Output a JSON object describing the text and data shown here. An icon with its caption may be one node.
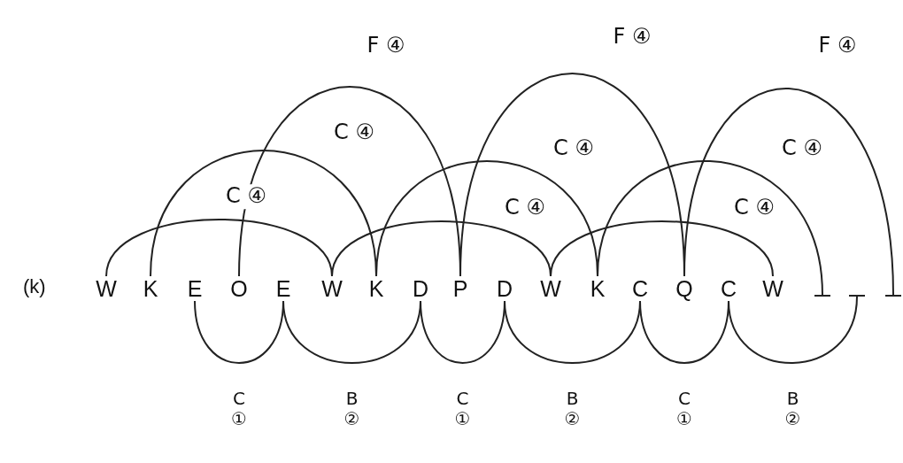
{
  "diagram": {
    "nodes": [
      {
        "text": [
          "W"
        ]
      },
      {
        "text": [
          "K"
        ]
      },
      {
        "text": [
          "E"
        ]
      },
      {
        "text": [
          "O"
        ]
      },
      {
        "text": [
          "E"
        ]
      },
      {
        "text": [
          "W"
        ]
      },
      {
        "text": [
          "K"
        ]
      },
      {
        "text": [
          "D"
        ]
      },
      {
        "text": [
          "P"
        ]
      },
      {
        "text": [
          "D"
        ]
      },
      {
        "text": [
          "W"
        ]
      },
      {
        "text": [
          "K"
        ]
      },
      {
        "text": [
          "C"
        ]
      },
      {
        "text": [
          "Q"
        ]
      },
      {
        "text": [
          "C"
        ]
      },
      {
        "text": [
          "W"
        ]
      },
      {
        "text": [],
        "shape": "bar"
      },
      {
        "text": [],
        "shape": "bar"
      },
      {
        "text": [],
        "shape": "bar"
      }
    ],
    "edges": [
      {
        "from": 0,
        "to": 5,
        "arrow": "none",
        "label": "C ④"
      },
      {
        "from": 5,
        "to": 10,
        "arrow": "none",
        "label": "C ④"
      },
      {
        "from": 10,
        "to": 15,
        "arrow": "none",
        "label": "C ④"
      },
      {
        "from": 1,
        "to": 6,
        "arrow": "none",
        "label": "C ④"
      },
      {
        "from": 6,
        "to": 11,
        "arrow": "none",
        "label": "C ④"
      },
      {
        "from": 11,
        "to": 16,
        "arrow": "none",
        "label": "C ④"
      },
      {
        "from": 3,
        "to": 8,
        "arrow": "none",
        "label": "F ④"
      },
      {
        "from": 8,
        "to": 13,
        "arrow": "none",
        "label": "F ④"
      },
      {
        "from": 13,
        "to": 18,
        "arrow": "none",
        "label": "F ④"
      },
      {
        "from": 2,
        "to": 4,
        "arrow": "none",
        "label": "C ①"
      },
      {
        "from": 4,
        "to": 7,
        "arrow": "none",
        "label": "B ②"
      },
      {
        "from": 7,
        "to": 9,
        "arrow": "none",
        "label": "C ①"
      },
      {
        "from": 9,
        "to": 12,
        "arrow": "none",
        "label": "B ②"
      },
      {
        "from": 12,
        "to": 14,
        "arrow": "none",
        "label": "C ①"
      },
      {
        "from": 14,
        "to": 17,
        "arrow": "none",
        "label": "B ②"
      }
    ],
    "labels": [
      "(k)"
    ]
  }
}
